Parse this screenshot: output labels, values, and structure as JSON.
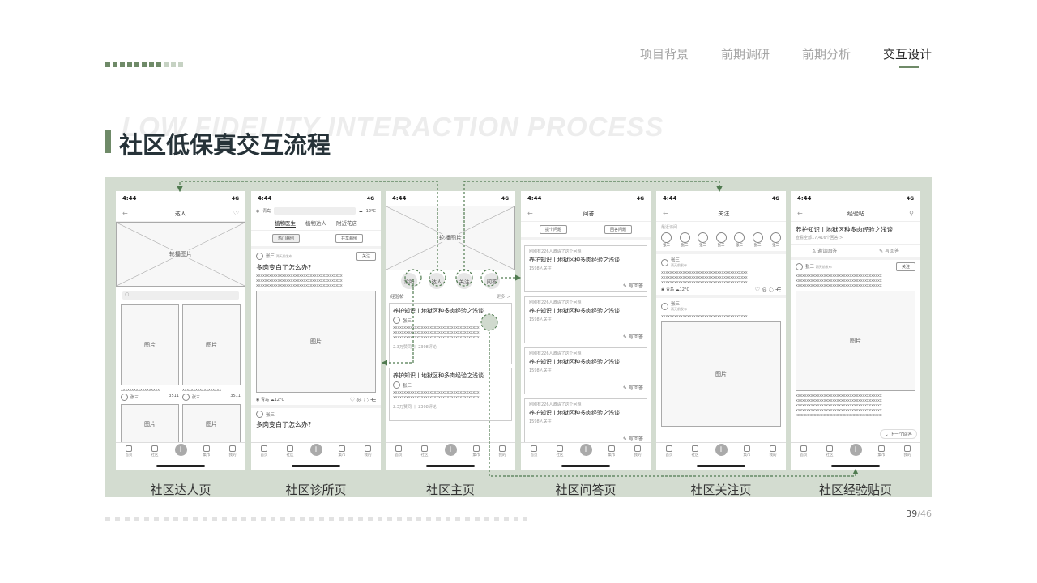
{
  "nav": {
    "items": [
      "项目背景",
      "前期调研",
      "前期分析",
      "交互设计"
    ],
    "active": 3
  },
  "header": {
    "bg_text": "LOW FIDELITY INTERACTION PROCESS",
    "title": "社区低保真交互流程"
  },
  "status": {
    "time": "4:44",
    "signal": "4G"
  },
  "common": {
    "pic": "图片",
    "carousel": "轮播图片",
    "user": "张三",
    "xxx": "xxxxxxxxxxxxxxxxxxxxxxxxxxxxxxxxxxxxxxxx",
    "follow": "关注"
  },
  "bottom_nav": [
    "首页",
    "社区",
    "",
    "集市",
    "我的"
  ],
  "screens": {
    "daren": {
      "title": "达人",
      "caption": "社区达人页",
      "likes": "3511",
      "xs": "xxxxxxxxxxxxxxxxxx"
    },
    "zhensuo": {
      "city": "青岛",
      "temp": "12°C",
      "tabs": [
        "植物医生",
        "植物达人",
        "附近花店"
      ],
      "btn1": "热门病例",
      "btn2": "共享病例",
      "question": "多肉变白了怎么办?",
      "sub": "两天前发布",
      "caption": "社区诊所页"
    },
    "main": {
      "chips": [
        "诊所",
        "达人",
        "关注",
        "问答"
      ],
      "section": "经验帖",
      "more": "更多 >",
      "post": "养护知识丨地狱区种多肉经验之浅谈",
      "stats": "2.3万赞同 丨 2308评论",
      "caption": "社区主页"
    },
    "wenda": {
      "title": "问答",
      "b1": "提个问题",
      "b2": "回答问题",
      "invited": "刚刚有226人邀请了这个问题",
      "q": "养护知识丨地狱区种多肉经验之浅谈",
      "follows": "1598人关注",
      "write": "写回答",
      "caption": "社区问答页"
    },
    "guanzhu": {
      "title": "关注",
      "recent": "最近访问",
      "names": [
        "张三",
        "张三",
        "张三",
        "张三",
        "张三",
        "张三",
        "张三"
      ],
      "sub": "两天前发布",
      "city": "青岛",
      "temp": "12°C",
      "caption": "社区关注页"
    },
    "jingyan": {
      "title": "经验帖",
      "head": "养护知识丨地狱区种多肉经验之浅谈",
      "view_all": "查看全部17,416个回答 >",
      "invite": "邀请回答",
      "write": "写回答",
      "sub": "两天前发布",
      "next": "下一个回答",
      "caption": "社区经验贴页"
    }
  },
  "page": {
    "current": "39",
    "total": "/46"
  }
}
